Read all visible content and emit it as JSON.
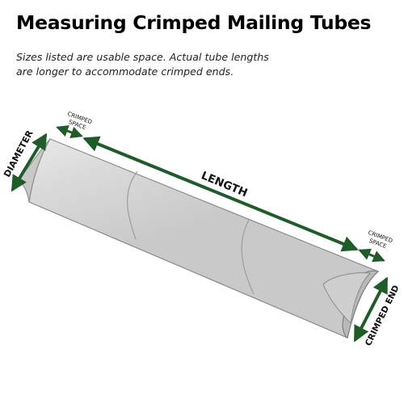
{
  "header": {
    "title": "Measuring Crimped Mailing Tubes",
    "subtitle_line1": "Sizes listed are usable space. Actual tube lengths",
    "subtitle_line2": "are longer to accommodate crimped ends."
  },
  "diagram": {
    "labels": {
      "diameter": "DIAMETER",
      "length": "LENGTH",
      "crimped_space": "CRIMPED",
      "crimped_space_2": "SPACE",
      "crimped_end": "CRIMPED END"
    },
    "colors": {
      "arrow": "#1f5c2a",
      "tube_fill": "#d7d7d7",
      "tube_stroke": "#8a8a8a"
    }
  }
}
